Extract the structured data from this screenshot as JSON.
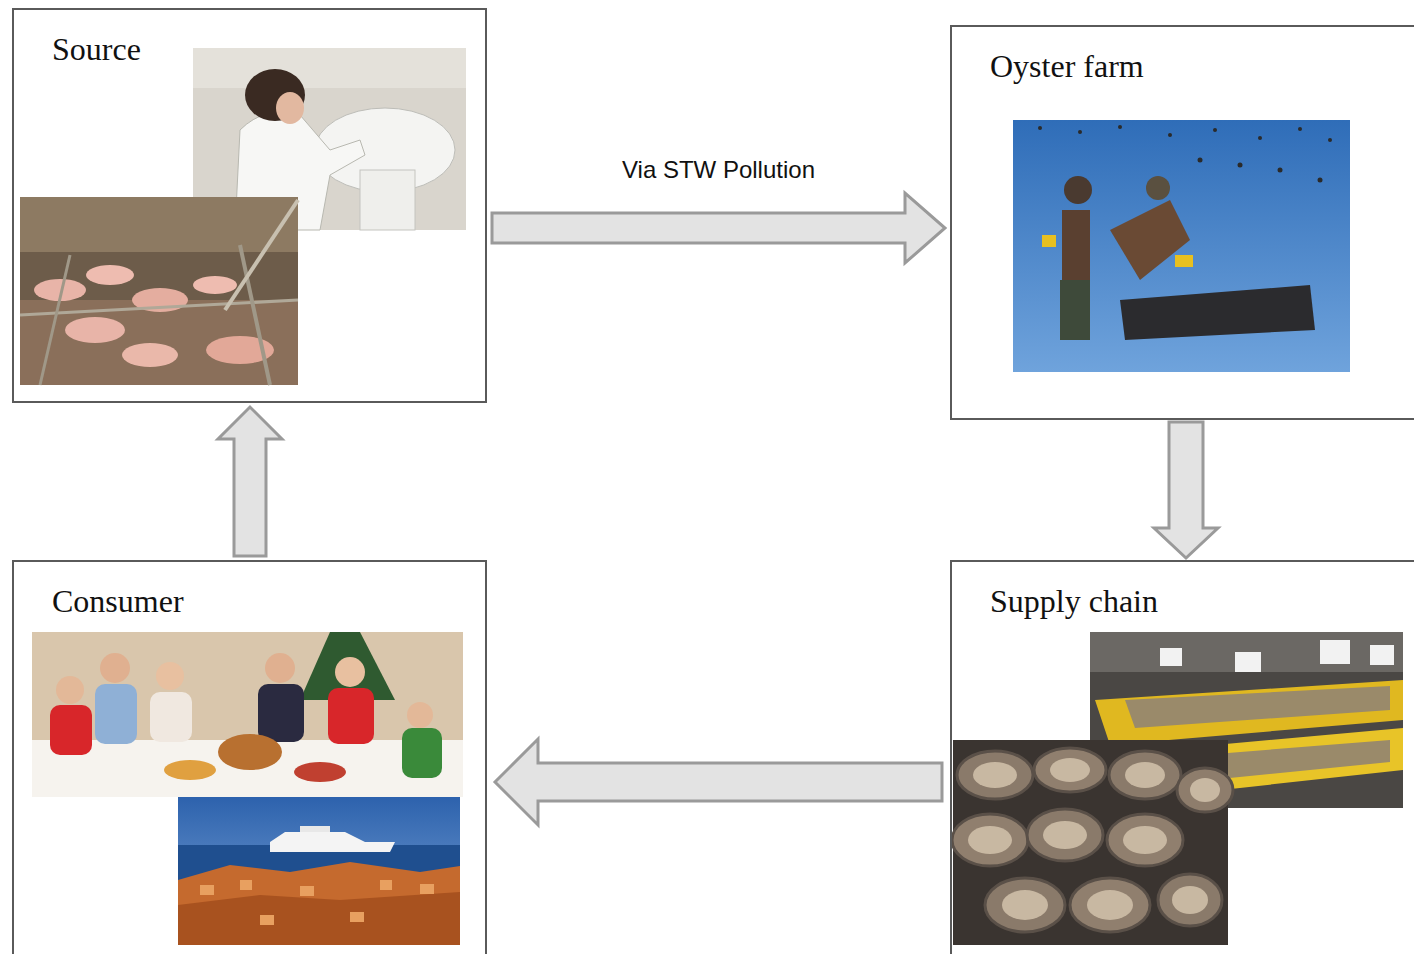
{
  "diagram": {
    "nodes": [
      {
        "text": [
          "Source"
        ]
      },
      {
        "text": [
          "Oyster farm"
        ]
      },
      {
        "text": [
          "Supply chain"
        ]
      },
      {
        "text": [
          "Consumer"
        ]
      }
    ],
    "edges": [
      {
        "from": 0,
        "to": 1,
        "label": "Via STW Pollution",
        "arrow": "to"
      },
      {
        "from": 1,
        "to": 2,
        "arrow": "to"
      },
      {
        "from": 2,
        "to": 3,
        "arrow": "to"
      },
      {
        "from": 3,
        "to": 0,
        "arrow": "to"
      }
    ]
  }
}
